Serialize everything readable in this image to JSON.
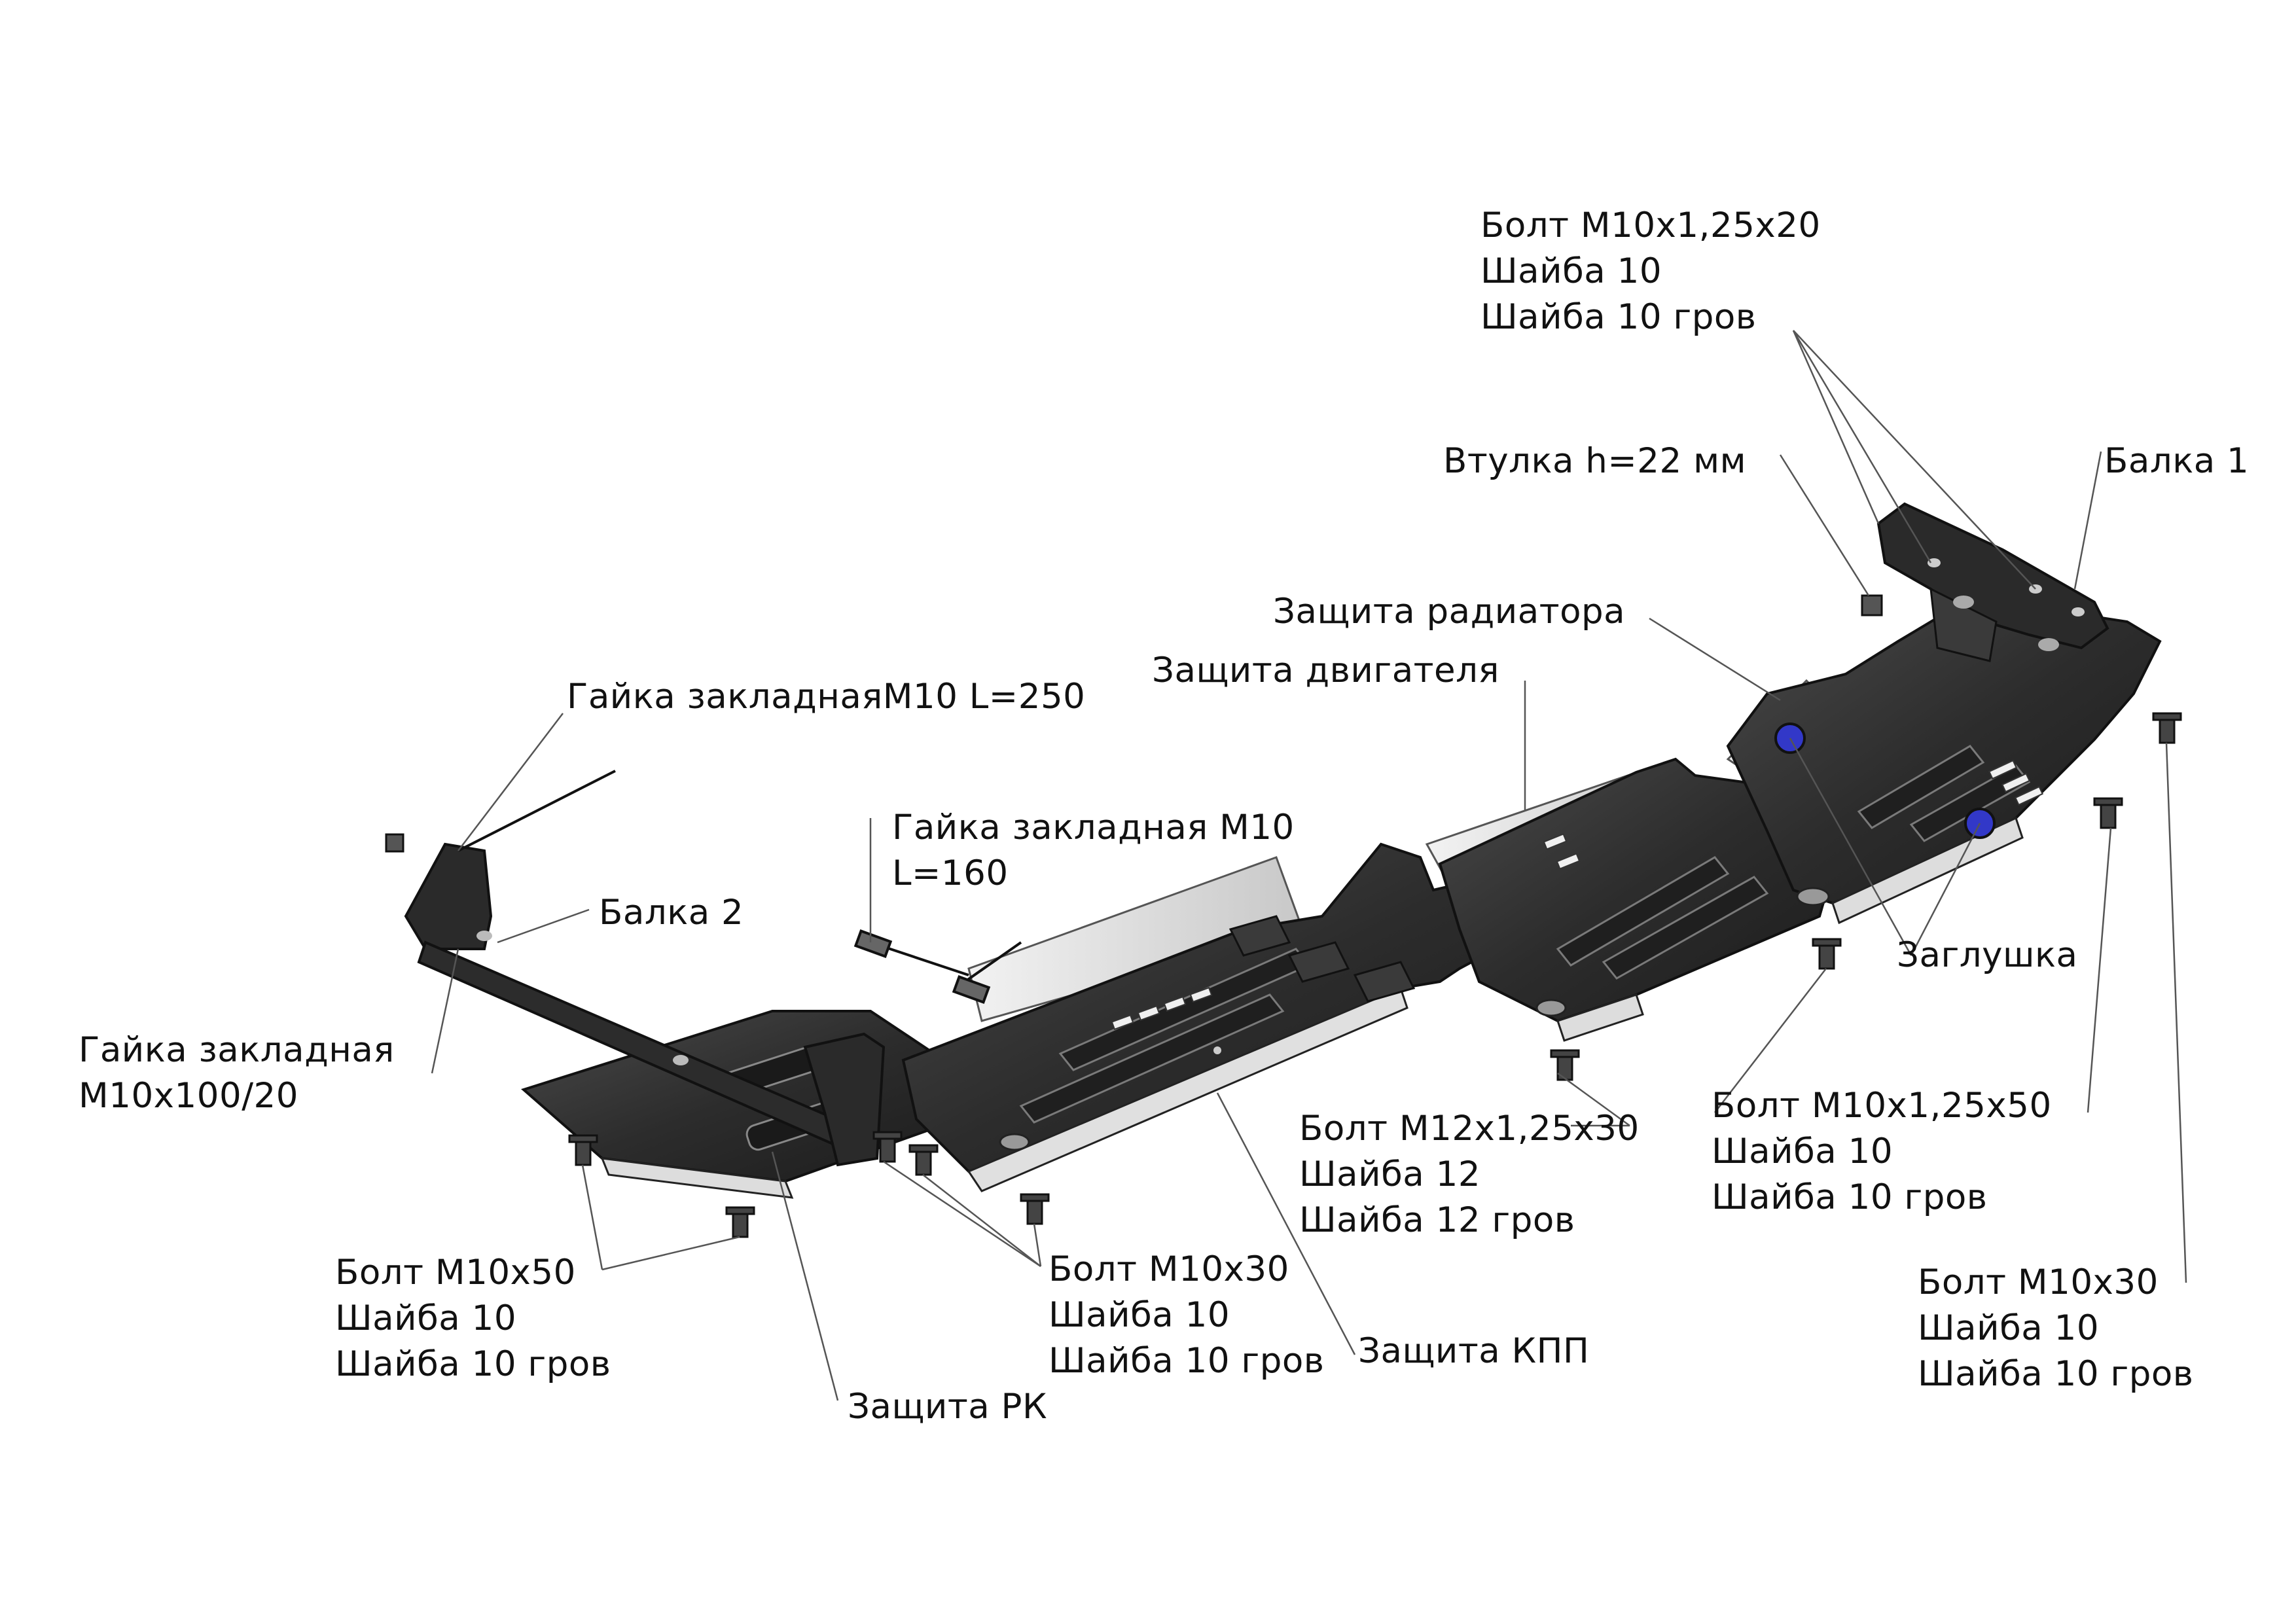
{
  "labels": {
    "bolt_m10x125x20": [
      "Болт М10х1,25х20",
      "Шайба 10",
      "Шайба 10 гров"
    ],
    "vtulka": "Втулка h=22 мм",
    "balka1": "Балка 1",
    "zashchita_radiatora": "Защита радиатора",
    "zashchita_dvigatelya": "Защита двигателя",
    "gaika_250": "Гайка закладнаяМ10 L=250",
    "gaika_160": [
      "Гайка закладная М10",
      "L=160"
    ],
    "balka2": "Балка 2",
    "zaglushka": "Заглушка",
    "gaika_100": [
      "Гайка закладная",
      "М10х100/20"
    ],
    "bolt_m12": [
      "Болт М12х1,25х30",
      "Шайба 12",
      "Шайба 12 гров"
    ],
    "bolt_m10x125x50": [
      "Болт М10х1,25х50",
      "Шайба 10",
      "Шайба 10 гров"
    ],
    "bolt_m10x50": [
      "Болт М10х50",
      "Шайба 10",
      "Шайба 10 гров"
    ],
    "bolt_m10x30_mid": [
      "Болт М10х30",
      "Шайба 10",
      "Шайба 10 гров"
    ],
    "zashchita_kpp": "Защита КПП",
    "zashchita_rk": "Защита РК",
    "bolt_m10x30_right": [
      "Болт М10х30",
      "Шайба 10",
      "Шайба 10 гров"
    ]
  },
  "colors": {
    "plate_fill": "#2e2e2e",
    "plate_edge": "#141414",
    "plate_light": "#d6d6d6",
    "leader": "#555555",
    "plug_blue": "#3238c8"
  }
}
